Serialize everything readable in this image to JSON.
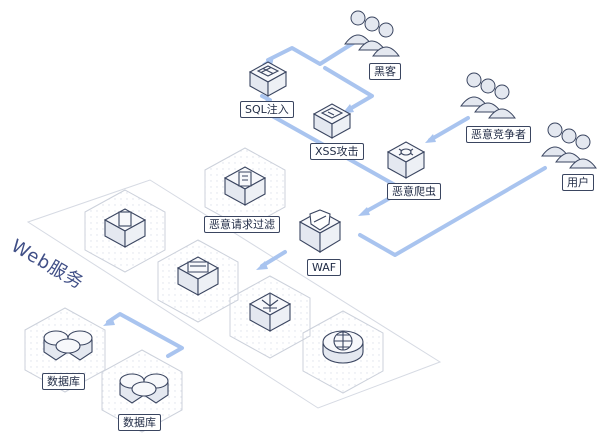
{
  "service_group": {
    "label": "Web服务"
  },
  "actors": {
    "hacker": "黑客",
    "competitor": "恶意竞争者",
    "user": "用户"
  },
  "threats": {
    "sql_injection": "SQL注入",
    "xss": "XSS攻击",
    "crawler": "恶意爬虫"
  },
  "components": {
    "waf": "WAF",
    "request_filter": "恶意请求过滤",
    "database_1": "数据库",
    "database_2": "数据库"
  },
  "colors": {
    "flow_line": "#a9c4ef",
    "panel_border": "#c9ced8",
    "cube_top": "#f7f8fb",
    "cube_side": "#e4e8f0",
    "stroke": "#3a4560",
    "title_text": "#3f4e86"
  }
}
